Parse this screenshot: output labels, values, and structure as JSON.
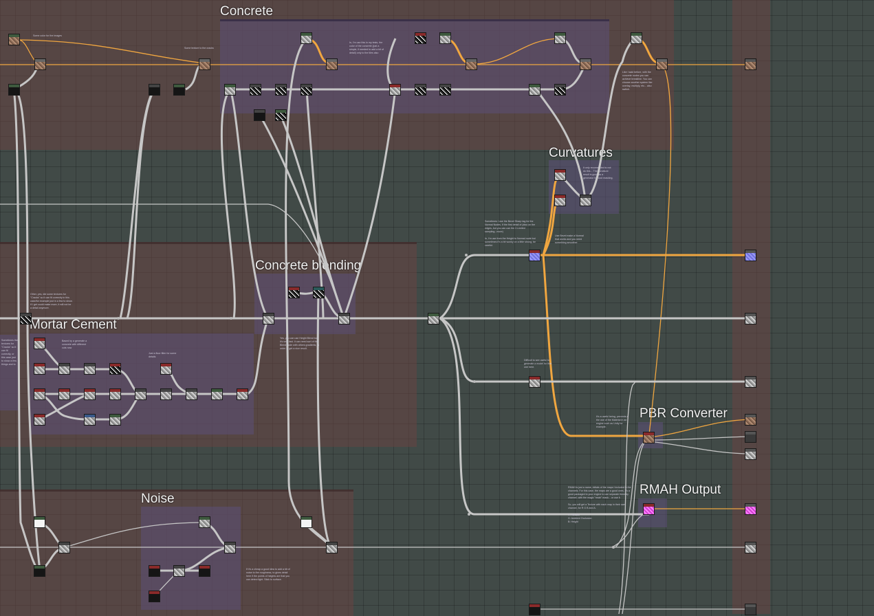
{
  "graph": {
    "frames": {
      "concrete": "Concrete",
      "curvatures": "Curvatures",
      "concrete_blending": "Concrete blending",
      "mortar_cement": "Mortar Cement",
      "noise": "Noise",
      "pbr_converter": "PBR Converter",
      "rmah_output": "RMAH Output"
    },
    "notes": {
      "n1": "Some color for the images",
      "n2": "Some texture to the cracks",
      "n3": "In, I'm use this in my tests, the color of the concrete (just a simple, if needed to add a bit of detail) only to the tiles also",
      "n4": "Like I said before, with the concrete nodes you can achieve breakline. You can choose another system like overlay, multiply, etc... also switch.",
      "n5": "It only recomended to not do this... The curvature result is good as a generator for cool masking.",
      "n6": "Sometimes I use the Bevel Sharp tag for the Normal Nodes. If the first detail of (also on the edges, but you can use the 3 Limited sampling...more)\n\nIn, I'm use from the Height to Normal node but sometimes it's a bit wonky on a little strong, be careful.",
      "n7": "Use Bevel make a Normal that works and you need something smoother.",
      "n8": "Other, yes, did some textures for \"Cracks\" so it can fit correctly in this case/for example just in a few to show. If I get could make more, it will not be a detail anymore.",
      "n9": "Sometimes the textures for \"Cracks\" so it can fit correctly, or this case just to show a few things and to understand that...",
      "n10": "Based by a generate a concrete with different cuts now",
      "n11": "Just a fluor filter for some details",
      "n12": "Yes, you can use Height Blend too, it's very fast. It can need sort of the Blend node with others gradients, in order to get a nice result.",
      "n13": "Difficult to see useful to generate a model for that one here.",
      "n14": "It's a useful being, prevents a the use of the Material in an engine such as Unity for example.",
      "n15": "RMAH is just a name, initials of the maps I included in the channels. For this case, the maps are a good ones, it's a good packaged to your engine to use separate them by channel, with the magic \"rmah\" mask... or use it.\n\nSo, you will get a Texture with each map in their own channel, for R G B and A.\n\nR: Metallic\nG: Ambient Occlusion\nB: Height",
      "n16": "If it's a cheap a good idea to add a bit of noise to the roughness, to gives detail here if the points of heights are that you can detect light. Stick to surface."
    }
  }
}
